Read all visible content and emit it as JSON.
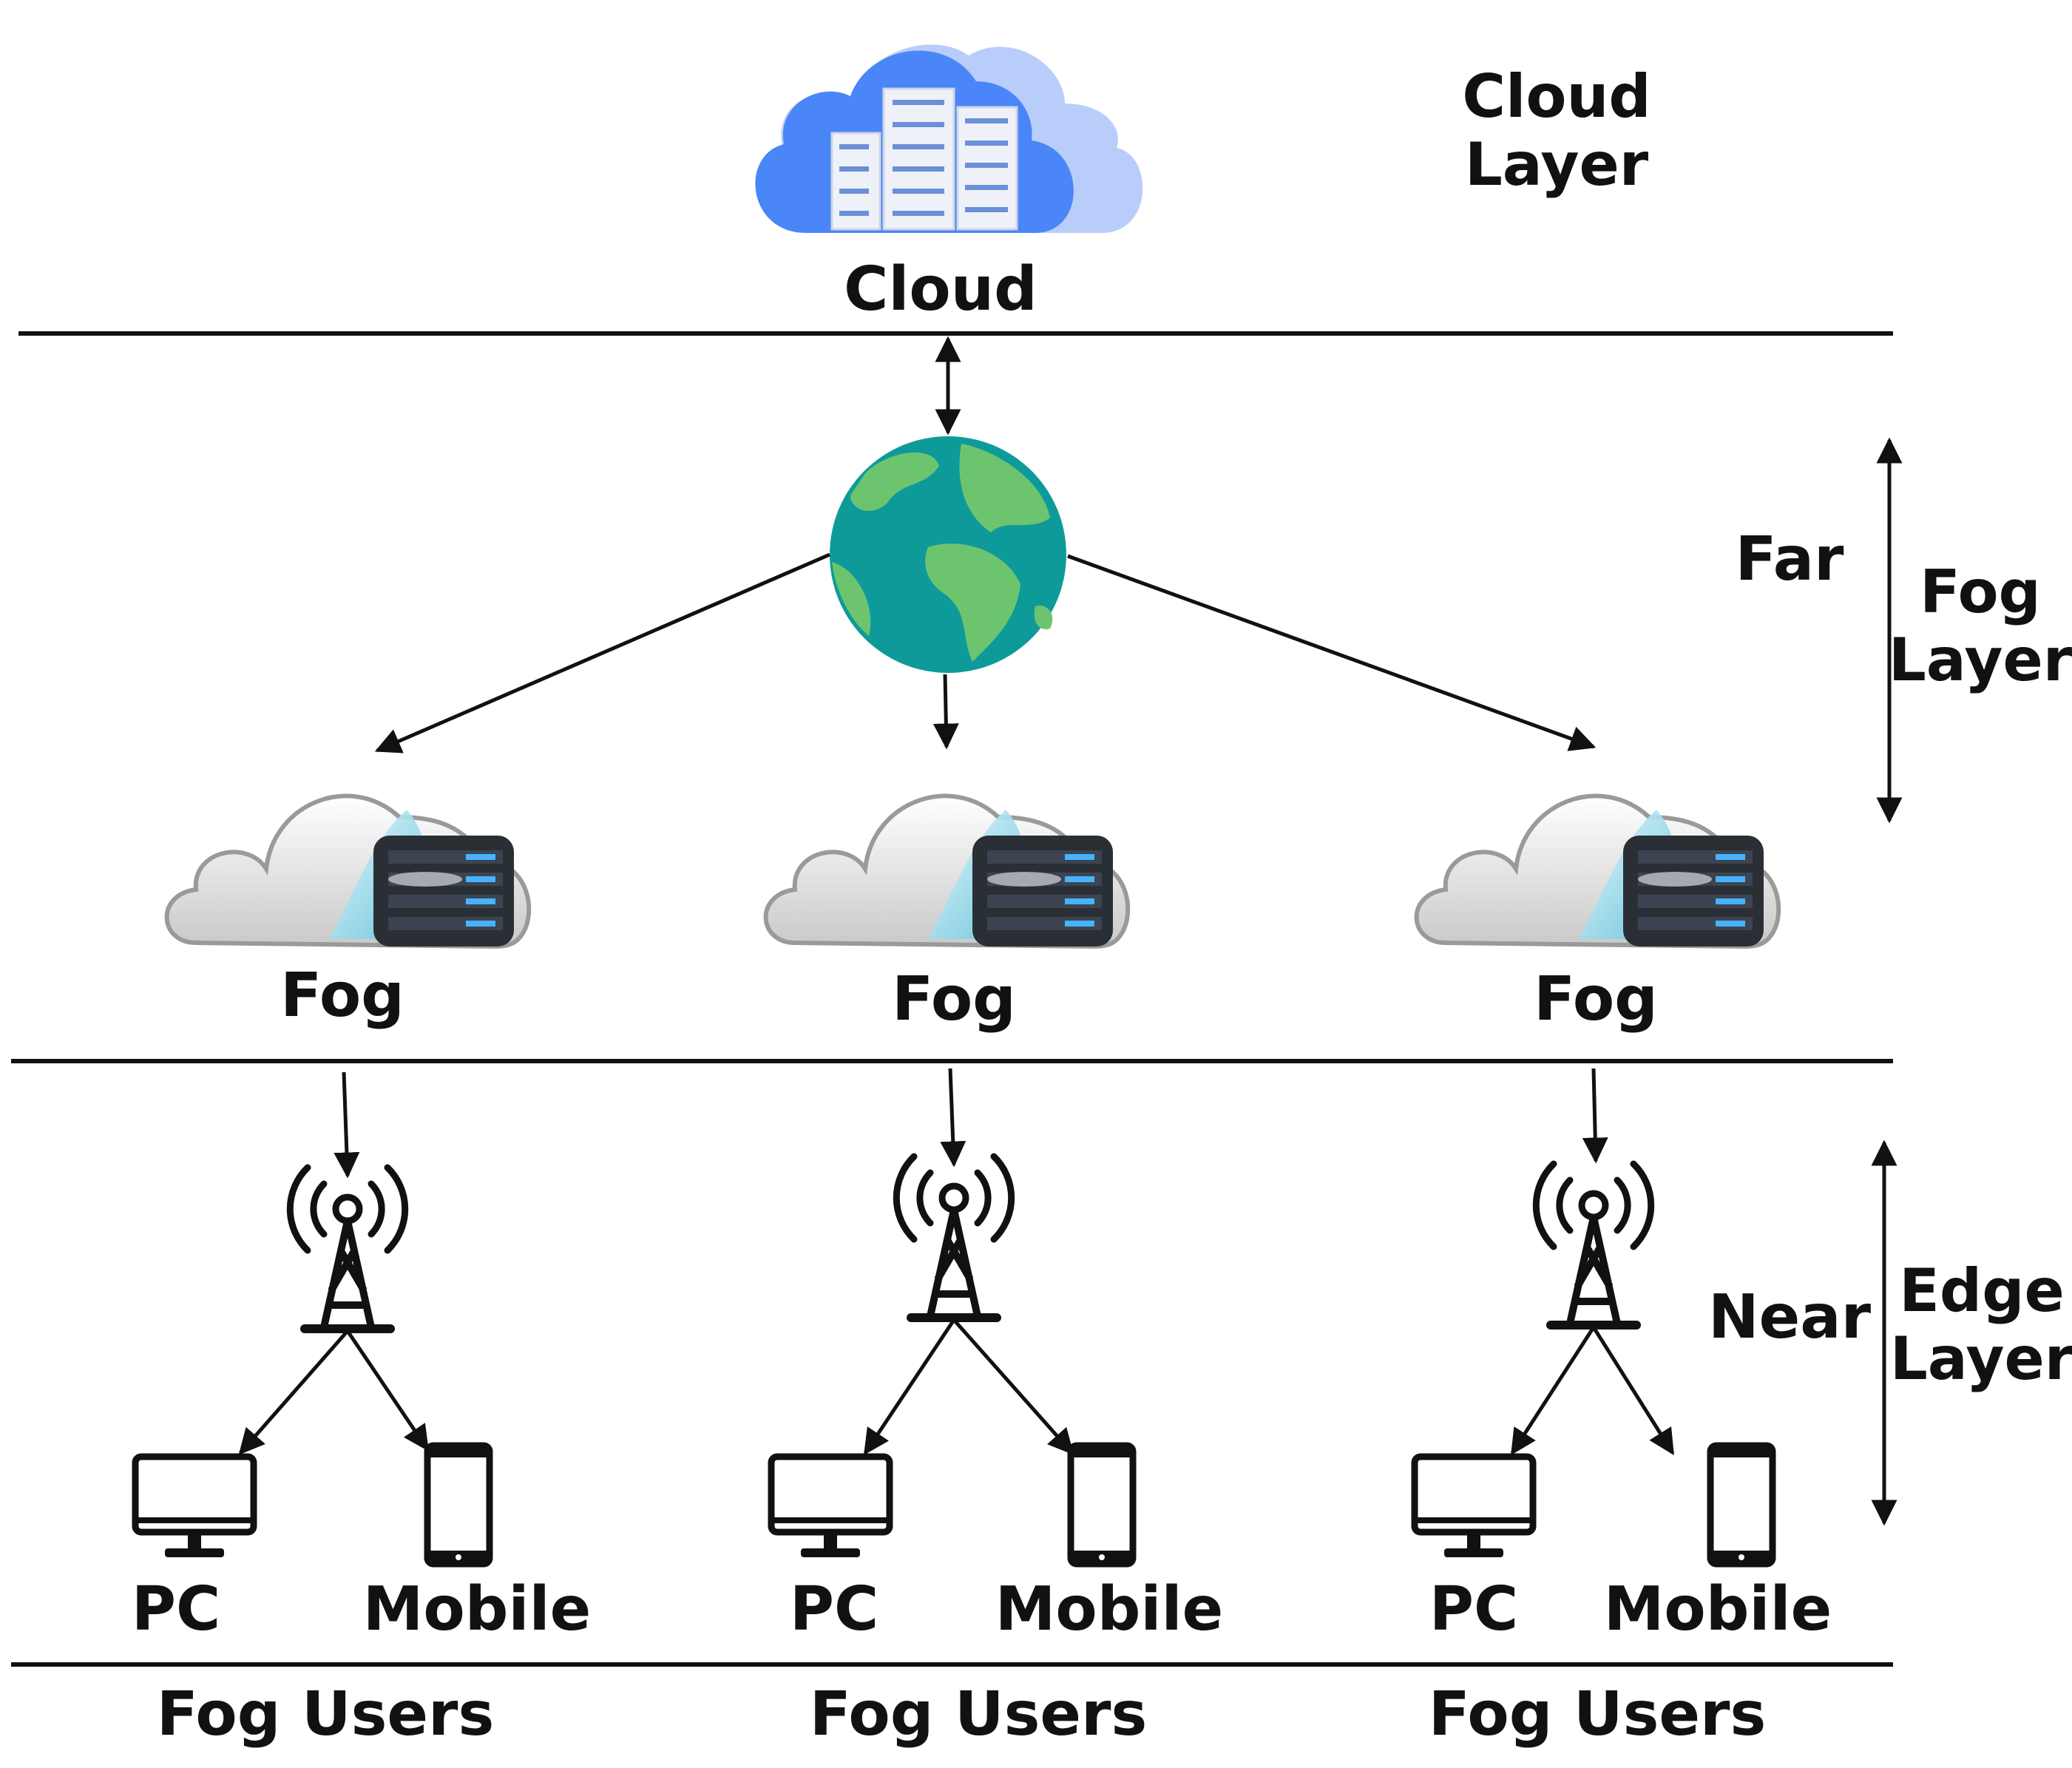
{
  "layers": {
    "cloud": {
      "title_line1": "Cloud",
      "title_line2": "Layer",
      "node_label": "Cloud"
    },
    "fog": {
      "title_line1": "Fog",
      "title_line2": "Layer",
      "far_label": "Far",
      "node_label": "Fog"
    },
    "edge": {
      "title_line1": "Edge",
      "title_line2": "Layer",
      "near_label": "Near"
    }
  },
  "devices": {
    "pc_label": "PC",
    "mobile_label": "Mobile"
  },
  "groups": [
    {
      "fog_label": "Fog",
      "pc_label": "PC",
      "mobile_label": "Mobile",
      "users_label": "Fog Users"
    },
    {
      "fog_label": "Fog",
      "pc_label": "PC",
      "mobile_label": "Mobile",
      "users_label": "Fog Users"
    },
    {
      "fog_label": "Fog",
      "pc_label": "PC",
      "mobile_label": "Mobile",
      "users_label": "Fog Users"
    }
  ],
  "colors": {
    "cloud_blue": "#4a86f7",
    "cloud_light_blue": "#b9cdfa",
    "globe_ocean": "#0f9a9a",
    "globe_land": "#6dc46f",
    "fog_cloud_silver": "#d8d8d8",
    "fog_cloud_cyan": "#7fd3e8",
    "server_dark": "#2a2f36",
    "line": "#111111"
  },
  "icons": [
    "cloud-datacenter-icon",
    "globe-icon",
    "fog-server-icon",
    "cell-tower-icon",
    "desktop-pc-icon",
    "mobile-phone-icon"
  ]
}
